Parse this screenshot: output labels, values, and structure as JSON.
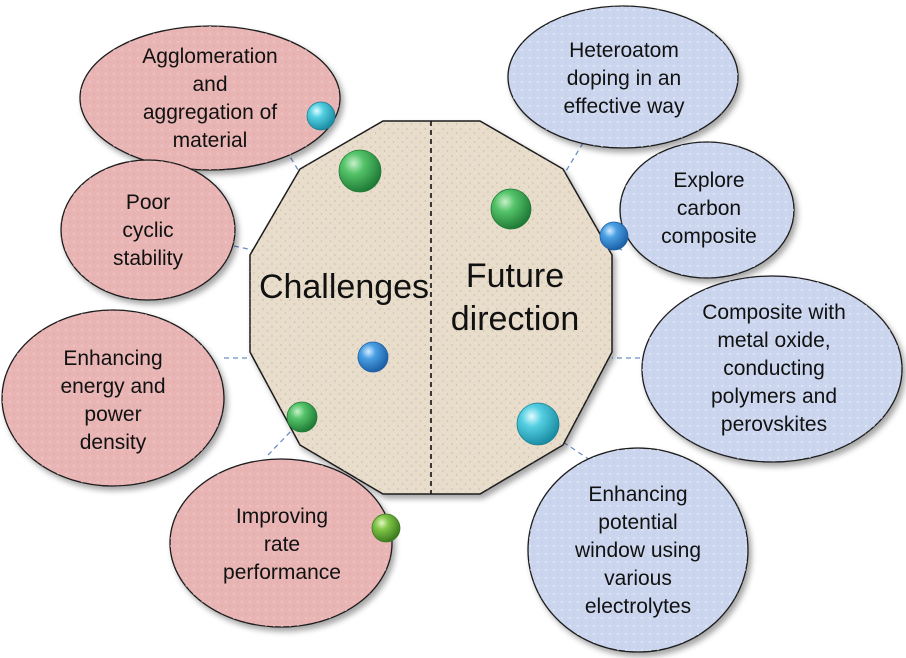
{
  "center": {
    "left_label": "Challenges",
    "right_label_line1": "Future",
    "right_label_line2": "direction"
  },
  "challenges": [
    {
      "line1": "Agglomeration",
      "line2": "and",
      "line3": "aggregation of",
      "line4": "material"
    },
    {
      "line1": "Poor",
      "line2": "cyclic",
      "line3": "stability"
    },
    {
      "line1": "Enhancing",
      "line2": "energy and",
      "line3": "power",
      "line4": "density"
    },
    {
      "line1": "Improving",
      "line2": "rate",
      "line3": "performance"
    }
  ],
  "future": [
    {
      "line1": "Heteroatom",
      "line2": "doping in an",
      "line3": "effective way"
    },
    {
      "line1": "Explore",
      "line2": "carbon",
      "line3": "composite"
    },
    {
      "line1": "Composite with",
      "line2": "metal oxide,",
      "line3": "conducting",
      "line4": "polymers and",
      "line5": "perovskites"
    },
    {
      "line1": "Enhancing",
      "line2": "potential",
      "line3": "window using",
      "line4": "various",
      "line5": "electrolytes"
    }
  ],
  "colors": {
    "center_fill": "#e8dccb",
    "challenge_fill": "#e8b4b4",
    "future_fill": "#cbd6ee",
    "outline": "#1a1a1a",
    "connector": "#6a8fc4",
    "bead_green": "#3cae55",
    "bead_teal": "#3ac1d6",
    "bead_blue": "#3e8fd6"
  }
}
